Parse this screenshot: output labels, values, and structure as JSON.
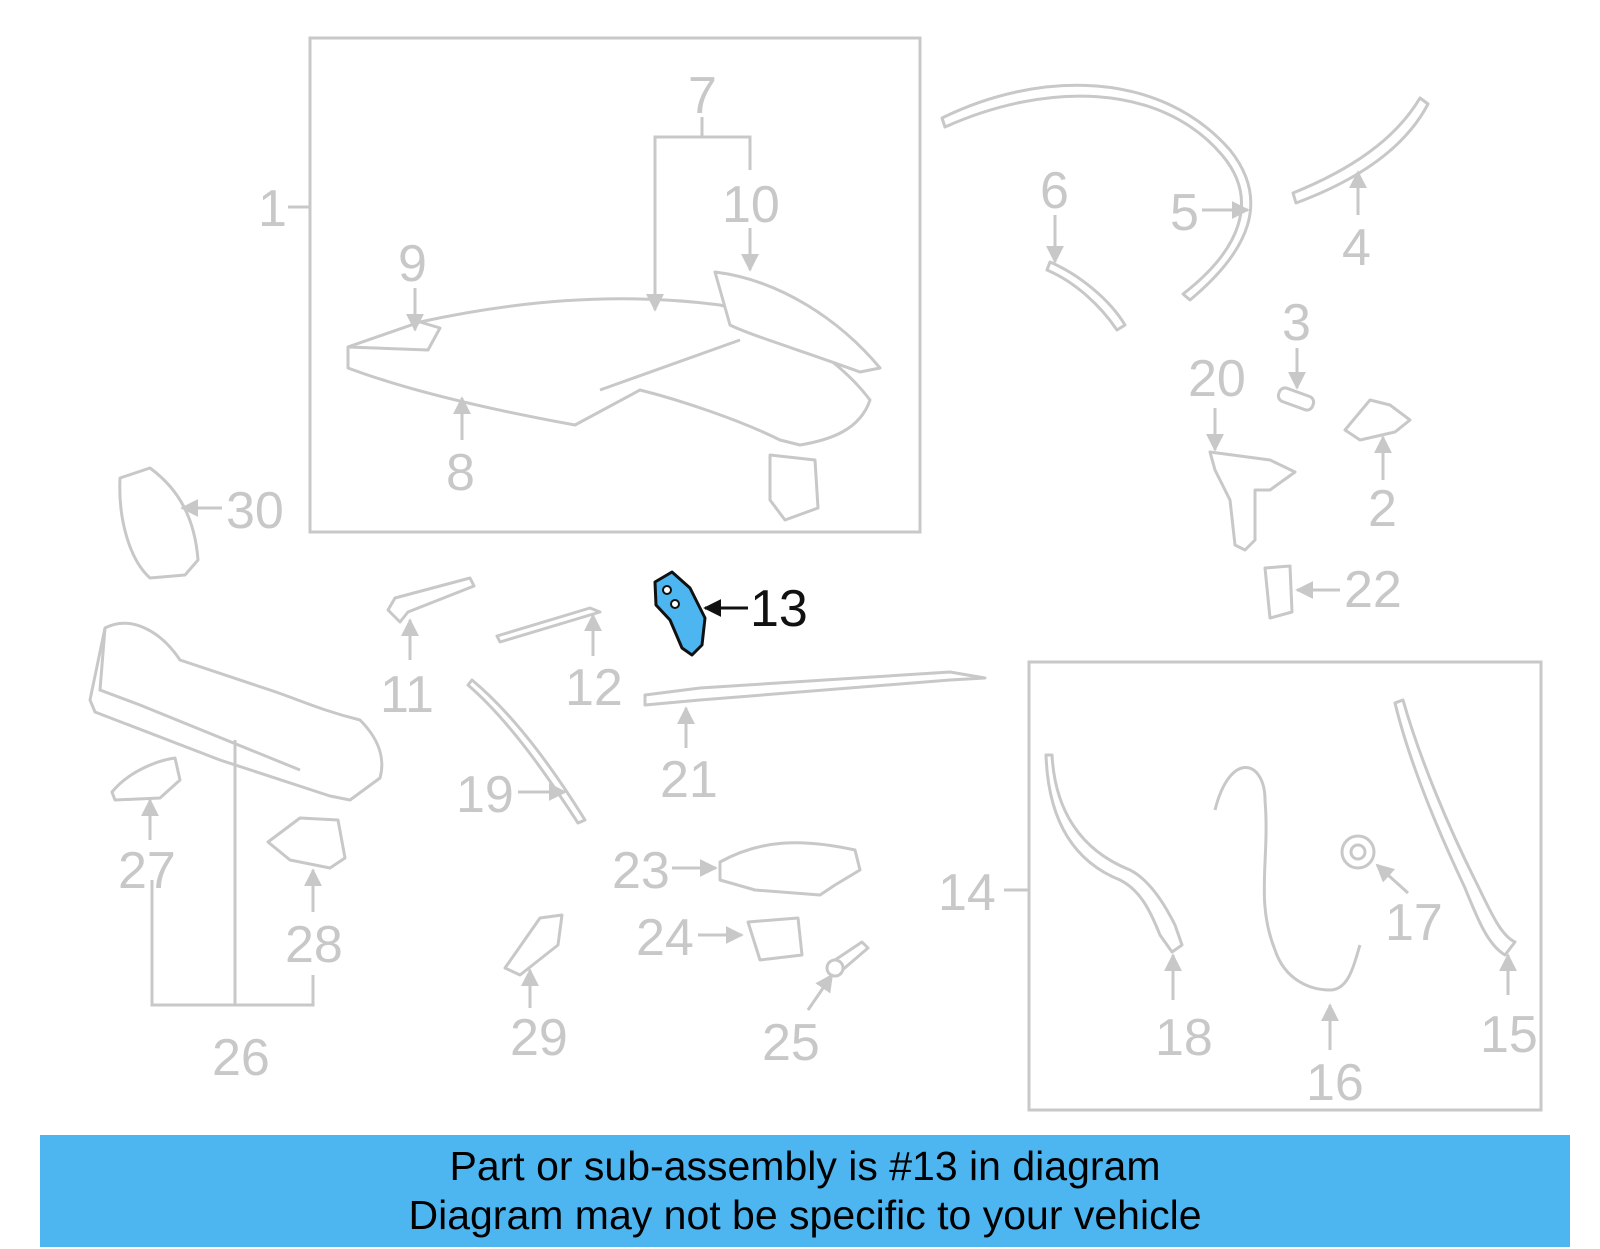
{
  "highlight_color": "#4db6f0",
  "callouts": {
    "c1": "1",
    "c2": "2",
    "c3": "3",
    "c4": "4",
    "c5": "5",
    "c6": "6",
    "c7": "7",
    "c8": "8",
    "c9": "9",
    "c10": "10",
    "c11": "11",
    "c12": "12",
    "c13": "13",
    "c14": "14",
    "c15": "15",
    "c16": "16",
    "c17": "17",
    "c18": "18",
    "c19": "19",
    "c20": "20",
    "c21": "21",
    "c22": "22",
    "c23": "23",
    "c24": "24",
    "c25": "25",
    "c26": "26",
    "c27": "27",
    "c28": "28",
    "c29": "29",
    "c30": "30"
  },
  "banner": {
    "line1": "Part or sub-assembly is #13 in diagram",
    "line2": "Diagram may not be specific to your vehicle"
  }
}
